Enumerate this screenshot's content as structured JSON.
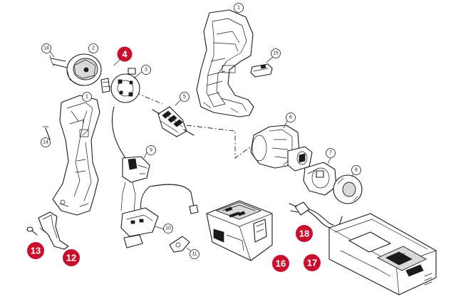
{
  "diagram": {
    "kind": "exploded parts view",
    "highlight_color": "#c8102e",
    "outline_color": "#1b1b1b",
    "highlighted_labels": [
      "4",
      "12",
      "13",
      "16",
      "17",
      "18"
    ]
  },
  "labels": {
    "p1a": "1",
    "p1b": "1",
    "p2": "2",
    "p3": "3",
    "p4": "4",
    "p5": "5",
    "p6": "6",
    "p7": "7",
    "p8": "8",
    "p9": "9",
    "p10": "10",
    "p11": "11",
    "p12": "12",
    "p13": "13",
    "p14a": "14",
    "p14b": "14",
    "p15": "15",
    "p16": "16",
    "p17": "17",
    "p18": "18"
  }
}
